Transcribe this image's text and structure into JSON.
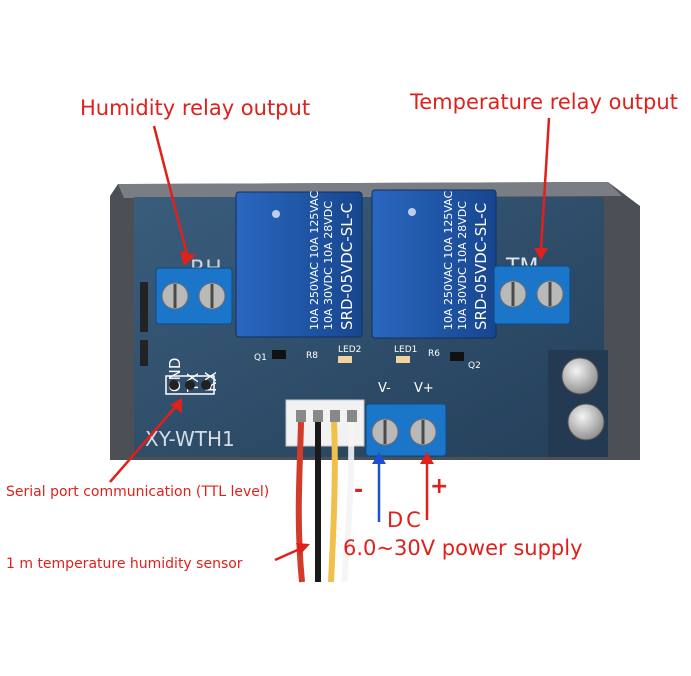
{
  "annotations": {
    "humidity_relay": "Humidity relay output",
    "temperature_relay": "Temperature relay output",
    "serial": "Serial port communication (TTL level)",
    "sensor": "1 m temperature humidity sensor",
    "dc": "DC",
    "supply": "6.0~30V power supply",
    "minus": "-",
    "plus": "+"
  },
  "board": {
    "model": "XY-WTH1",
    "rh": "RH",
    "tm": "TM",
    "pins": [
      "GND",
      "TX",
      "RX"
    ],
    "v_minus": "V-",
    "v_plus": "V+",
    "q1": "Q1",
    "q2": "Q2",
    "r8": "R8",
    "r6": "R6",
    "led1": "LED1",
    "led2": "LED2"
  },
  "relay": {
    "model": "SRD-05VDC-SL-C",
    "rating1": "10A 250VAC 10A 125VAC",
    "rating2": "10A 30VDC 10A 28VDC"
  },
  "colors": {
    "label_red": "#e0201b",
    "pcb_blue": "#2f4f6b",
    "relay_blue": "#1f57a8",
    "terminal_blue": "#1b76c9",
    "arrow_blue": "#1a4fd6"
  }
}
